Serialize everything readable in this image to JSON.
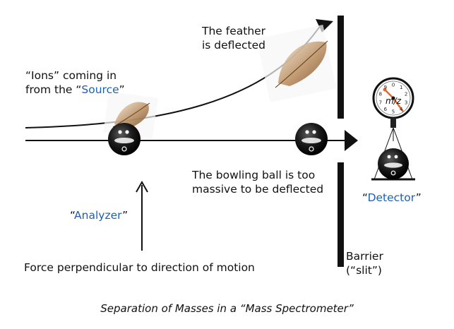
{
  "labels": {
    "feather": [
      "The feather",
      "is deflected"
    ],
    "ions_line1": "“Ions” coming in",
    "ions_line2_prefix": "from the “",
    "ions_line2_highlight": "Source",
    "ions_line2_suffix": "”",
    "bowling": [
      "The bowling ball is too",
      "massive to be deflected"
    ],
    "analyzer_prefix": "“",
    "analyzer_highlight": "Analyzer",
    "analyzer_suffix": "”",
    "detector_prefix": "“",
    "detector_highlight": "Detector",
    "detector_suffix": "”",
    "force": "Force perpendicular to direction of motion",
    "barrier": [
      "Barrier",
      "(“slit”)"
    ],
    "caption": "Separation of Masses in a “Mass Spectrometer”"
  },
  "meter": {
    "readout": "m/z",
    "dial_numbers": [
      "0",
      "1",
      "2",
      "3",
      "4",
      "5",
      "6",
      "7",
      "8",
      "9"
    ]
  },
  "colors": {
    "highlight_blue": "#1f5fb4",
    "needle": "#e06a2c",
    "line": "#111111"
  },
  "icons": {
    "bowling_ball": "bowling-ball-icon",
    "feather": "feather-icon",
    "scale": "weighing-scale-icon"
  }
}
